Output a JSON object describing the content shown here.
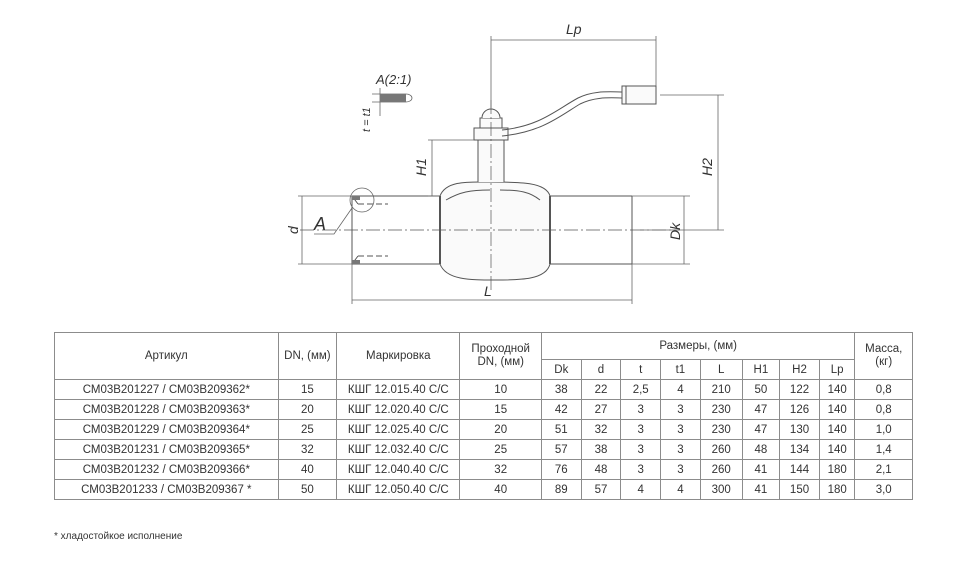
{
  "drawing": {
    "labels": {
      "detail": "A(2:1)",
      "t_eq_t1": "t = t1",
      "callout": "A",
      "d": "d",
      "L": "L",
      "H1": "H1",
      "H2": "H2",
      "Dk": "Dk",
      "Lp": "Lp"
    }
  },
  "table": {
    "headers": {
      "article": "Артикул",
      "dn": "DN, (мм)",
      "marking": "Маркировка",
      "passage_line1": "Проходной",
      "passage_line2": "DN, (мм)",
      "dimensions": "Размеры, (мм)",
      "mass_line1": "Масса,",
      "mass_line2": "(кг)",
      "sub": [
        "Dk",
        "d",
        "t",
        "t1",
        "L",
        "H1",
        "H2",
        "Lp"
      ]
    },
    "rows": [
      [
        "СМ03В201227 / СМ03В209362*",
        "15",
        "КШГ 12.015.40 С/С",
        "10",
        "38",
        "22",
        "2,5",
        "4",
        "210",
        "50",
        "122",
        "140",
        "0,8"
      ],
      [
        "СМ03В201228 / СМ03В209363*",
        "20",
        "КШГ 12.020.40 С/С",
        "15",
        "42",
        "27",
        "3",
        "3",
        "230",
        "47",
        "126",
        "140",
        "0,8"
      ],
      [
        "СМ03В201229 / СМ03В209364*",
        "25",
        "КШГ 12.025.40 С/С",
        "20",
        "51",
        "32",
        "3",
        "3",
        "230",
        "47",
        "130",
        "140",
        "1,0"
      ],
      [
        "СМ03В201231 / СМ03В209365*",
        "32",
        "КШГ 12.032.40 С/С",
        "25",
        "57",
        "38",
        "3",
        "3",
        "260",
        "48",
        "134",
        "140",
        "1,4"
      ],
      [
        "СМ03В201232 / СМ03В209366*",
        "40",
        "КШГ 12.040.40 С/С",
        "32",
        "76",
        "48",
        "3",
        "3",
        "260",
        "41",
        "144",
        "180",
        "2,1"
      ],
      [
        "СМ03В201233 / СМ03В209367 *",
        "50",
        "КШГ 12.050.40 С/С",
        "40",
        "89",
        "57",
        "4",
        "4",
        "300",
        "41",
        "150",
        "180",
        "3,0"
      ]
    ]
  },
  "footnote": "* хладостойкое исполнение"
}
